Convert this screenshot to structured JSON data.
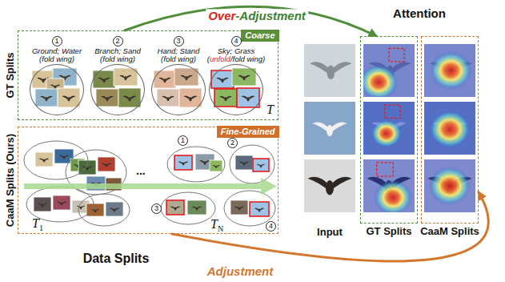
{
  "diagram": {
    "nodes": [
      {
        "text": [
          "GT Splits"
        ]
      },
      {
        "text": [
          "Coarse"
        ],
        "in": 0
      },
      {
        "text": [
          "1",
          "Ground; Water",
          "(fold wing)"
        ],
        "in": 0
      },
      {
        "text": [
          "2",
          "Branch; Sand",
          "(fold wing)"
        ],
        "in": 0
      },
      {
        "text": [
          "3",
          "Hand; Stand",
          "(fold wing)"
        ],
        "in": 0
      },
      {
        "text": [
          "4",
          "Sky; Grass",
          "(unfold/fold wing)"
        ],
        "in": 0
      },
      {
        "text": [
          "CaaM Splits (Ours)"
        ]
      },
      {
        "text": [
          "Fine-Grained"
        ],
        "in": 6
      },
      {
        "text": [
          "GT Splits"
        ]
      },
      {
        "text": [
          "CaaM Splits"
        ]
      }
    ],
    "edges": [
      {
        "from": 0,
        "to": 8,
        "arrow": "to",
        "label": "Over-Adjustment"
      },
      {
        "from": 6,
        "to": 9,
        "arrow": "to",
        "label": "Adjustment"
      }
    ],
    "labels": [
      "Attention",
      "T",
      "T1",
      "...",
      "1",
      "2",
      "3",
      "4",
      "TN",
      "Input",
      "Data Splits"
    ]
  }
}
